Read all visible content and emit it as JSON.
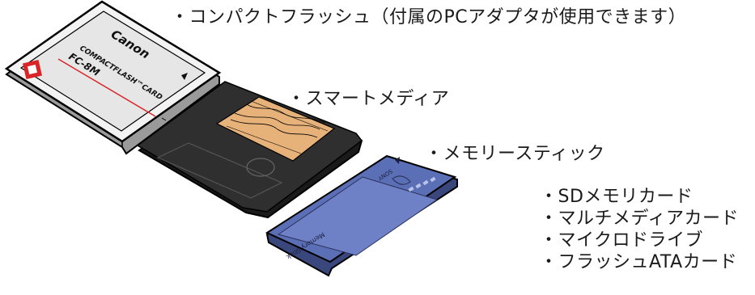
{
  "labels": {
    "compactflash": "・コンパクトフラッシュ（付属のPCアダプタが使用できます）",
    "smartmedia": "・スマートメディア",
    "memorystick": "・メモリースティック"
  },
  "other_media": [
    "・SDメモリカード",
    "・マルチメディアカード",
    "・マイクロドライブ",
    "・フラッシュATAカード"
  ],
  "cf_card": {
    "brand": "Canon",
    "type_text": "COMPACTFLASH™CARD",
    "model": "FC-8M"
  },
  "memory_stick": {
    "label": "Memory Stick",
    "small_label": "SONY"
  },
  "colors": {
    "cf_body": "#e9e9e9",
    "smartmedia_body": "#2b2b2b",
    "smartmedia_contact": "#e7b27a",
    "memorystick_body": "#5b6fb6",
    "cf_logo_red": "#d9252a"
  }
}
